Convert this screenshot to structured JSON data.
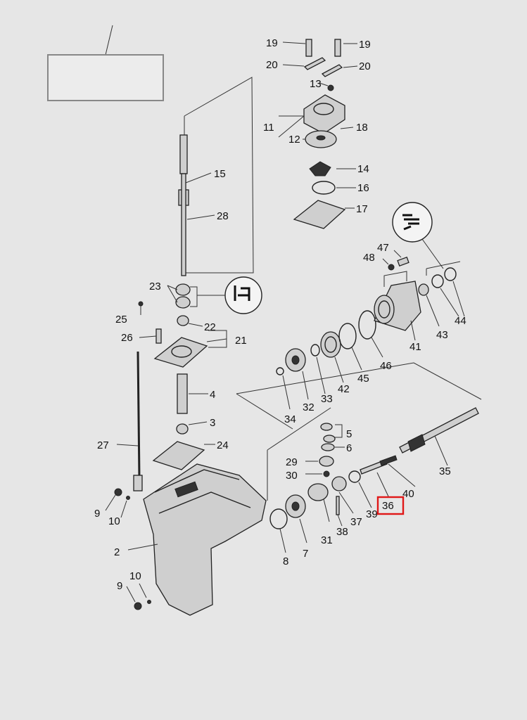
{
  "diagram": {
    "highlight_color": "#e01818",
    "highlighted_part": "36",
    "callouts": [
      "2",
      "3",
      "4",
      "5",
      "6",
      "7",
      "8",
      "9",
      "9",
      "10",
      "10",
      "11",
      "12",
      "13",
      "14",
      "15",
      "16",
      "17",
      "18",
      "19",
      "19",
      "20",
      "20",
      "21",
      "22",
      "23",
      "24",
      "25",
      "26",
      "27",
      "28",
      "29",
      "30",
      "31",
      "32",
      "33",
      "34",
      "35",
      "36",
      "37",
      "38",
      "39",
      "40",
      "41",
      "42",
      "43",
      "44",
      "45",
      "46",
      "47",
      "48"
    ],
    "icons": [
      "loctite-icon",
      "grease-icon"
    ]
  }
}
